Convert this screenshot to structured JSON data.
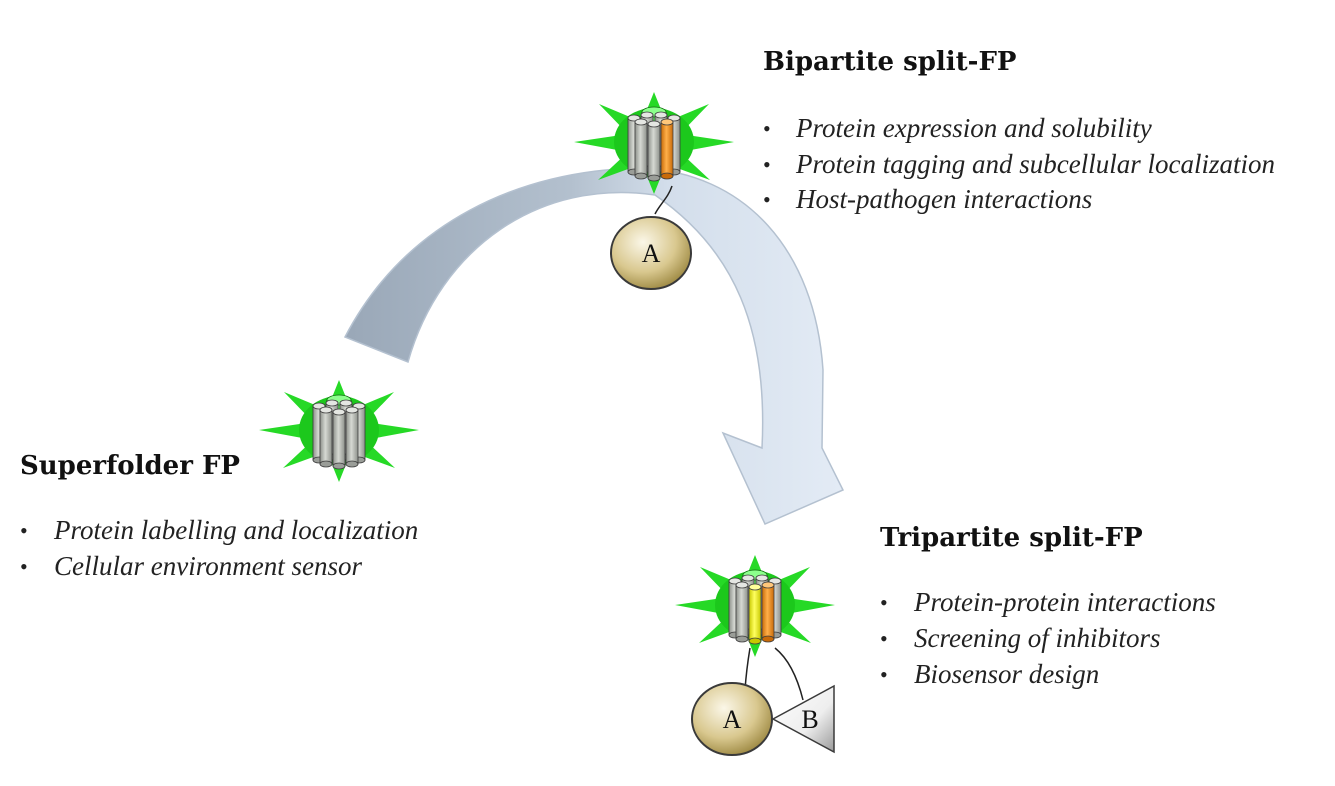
{
  "superfolder": {
    "title": "Superfolder FP",
    "items": [
      "Protein labelling and localization",
      "Cellular environment sensor"
    ]
  },
  "bipartite": {
    "title": "Bipartite split-FP",
    "items": [
      "Protein expression and solubility",
      "Protein tagging and subcellular localization",
      "Host-pathogen interactions"
    ],
    "partner_label": "A"
  },
  "tripartite": {
    "title": "Tripartite split-FP",
    "items": [
      "Protein-protein interactions",
      "Screening of inhibitors",
      "Biosensor design"
    ],
    "partner_a_label": "A",
    "partner_b_label": "B"
  },
  "bullet_symbol": "•",
  "colors": {
    "arrow_dark": "#9fadbd",
    "arrow_light": "#dde7f3",
    "glow": "#22dd22",
    "barrel_gray": "#b8bcb6",
    "strand_orange": "#ef8f1c",
    "strand_yellow": "#f0f020",
    "partner_gold": "#a08a3c"
  },
  "icons": [
    "superfolder-fp-barrel-icon",
    "bipartite-fp-barrel-icon",
    "tripartite-fp-barrel-icon",
    "curved-arrow-icon"
  ]
}
